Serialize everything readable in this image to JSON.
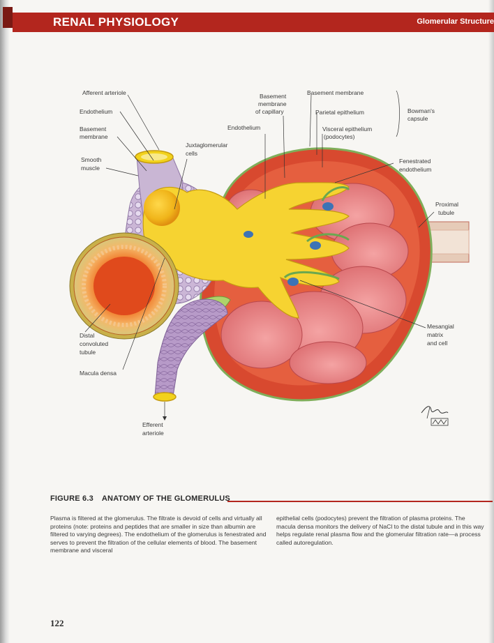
{
  "header": {
    "title": "RENAL PHYSIOLOGY",
    "section": "Glomerular Structure"
  },
  "labels": {
    "afferent_arteriole": "Afferent arteriole",
    "endothelium_left": "Endothelium",
    "basement_membrane_left_1": "Basement",
    "basement_membrane_left_2": "membrane",
    "smooth_muscle_1": "Smooth",
    "smooth_muscle_2": "muscle",
    "juxtaglomerular_1": "Juxtaglomerular",
    "juxtaglomerular_2": "cells",
    "endothelium_center": "Endothelium",
    "bm_capillary_1": "Basement",
    "bm_capillary_2": "membrane",
    "bm_capillary_3": "of capillary",
    "basement_membrane_top": "Basement membrane",
    "parietal_epithelium": "Parietal epithelium",
    "visceral_epithelium_1": "Visceral epithelium",
    "visceral_epithelium_2": "(podocytes)",
    "bowmans_capsule_1": "Bowman's",
    "bowmans_capsule_2": "capsule",
    "fenestrated_1": "Fenestrated",
    "fenestrated_2": "endothelium",
    "proximal_tubule_1": "Proximal",
    "proximal_tubule_2": "tubule",
    "mesangial_1": "Mesangial",
    "mesangial_2": "matrix",
    "mesangial_3": "and cell",
    "distal_1": "Distal",
    "distal_2": "convoluted",
    "distal_3": "tubule",
    "macula_densa": "Macula densa",
    "efferent_1": "Efferent",
    "efferent_2": "arteriole"
  },
  "figure": {
    "number": "FIGURE 6.3",
    "title": "ANATOMY OF THE GLOMERULUS"
  },
  "caption": {
    "left": "Plasma is filtered at the glomerulus. The filtrate is devoid of cells and virtually all proteins (note: proteins and peptides that are smaller in size than albumin are filtered to varying degrees). The endothelium of the glomerulus is fenestrated and serves to prevent the filtration of the cellular elements of blood. The basement membrane and visceral",
    "right": "epithelial cells (podocytes) prevent the filtration of plasma proteins. The macula densa monitors the delivery of NaCl to the distal tubule and in this way helps regulate renal plasma flow and the glomerular filtration rate—a process called autoregulation."
  },
  "page_number": "122",
  "colors": {
    "header_red": "#b3261e",
    "capsule_red": "#d8492f",
    "glomerulus_pink": "#e88a8a",
    "arteriole_yellow": "#f2d21c",
    "tubule_purple": "#b9a3c9"
  }
}
